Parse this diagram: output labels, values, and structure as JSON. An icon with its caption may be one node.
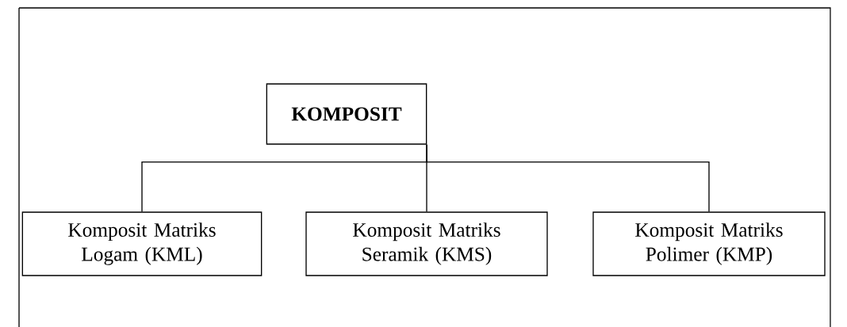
{
  "diagram": {
    "nodes": [
      {
        "text": [
          "KOMPOSIT"
        ]
      },
      {
        "text": [
          "Komposit Matriks Logam (KML)"
        ]
      },
      {
        "text": [
          "Komposit Matriks Seramik (KMS)"
        ]
      },
      {
        "text": [
          "Komposit Matriks Polimer (KMP)"
        ]
      }
    ],
    "edges": [
      {
        "from": 0,
        "to": 1,
        "arrow": "none"
      },
      {
        "from": 0,
        "to": 2,
        "arrow": "none"
      },
      {
        "from": 0,
        "to": 3,
        "arrow": "none"
      }
    ]
  }
}
